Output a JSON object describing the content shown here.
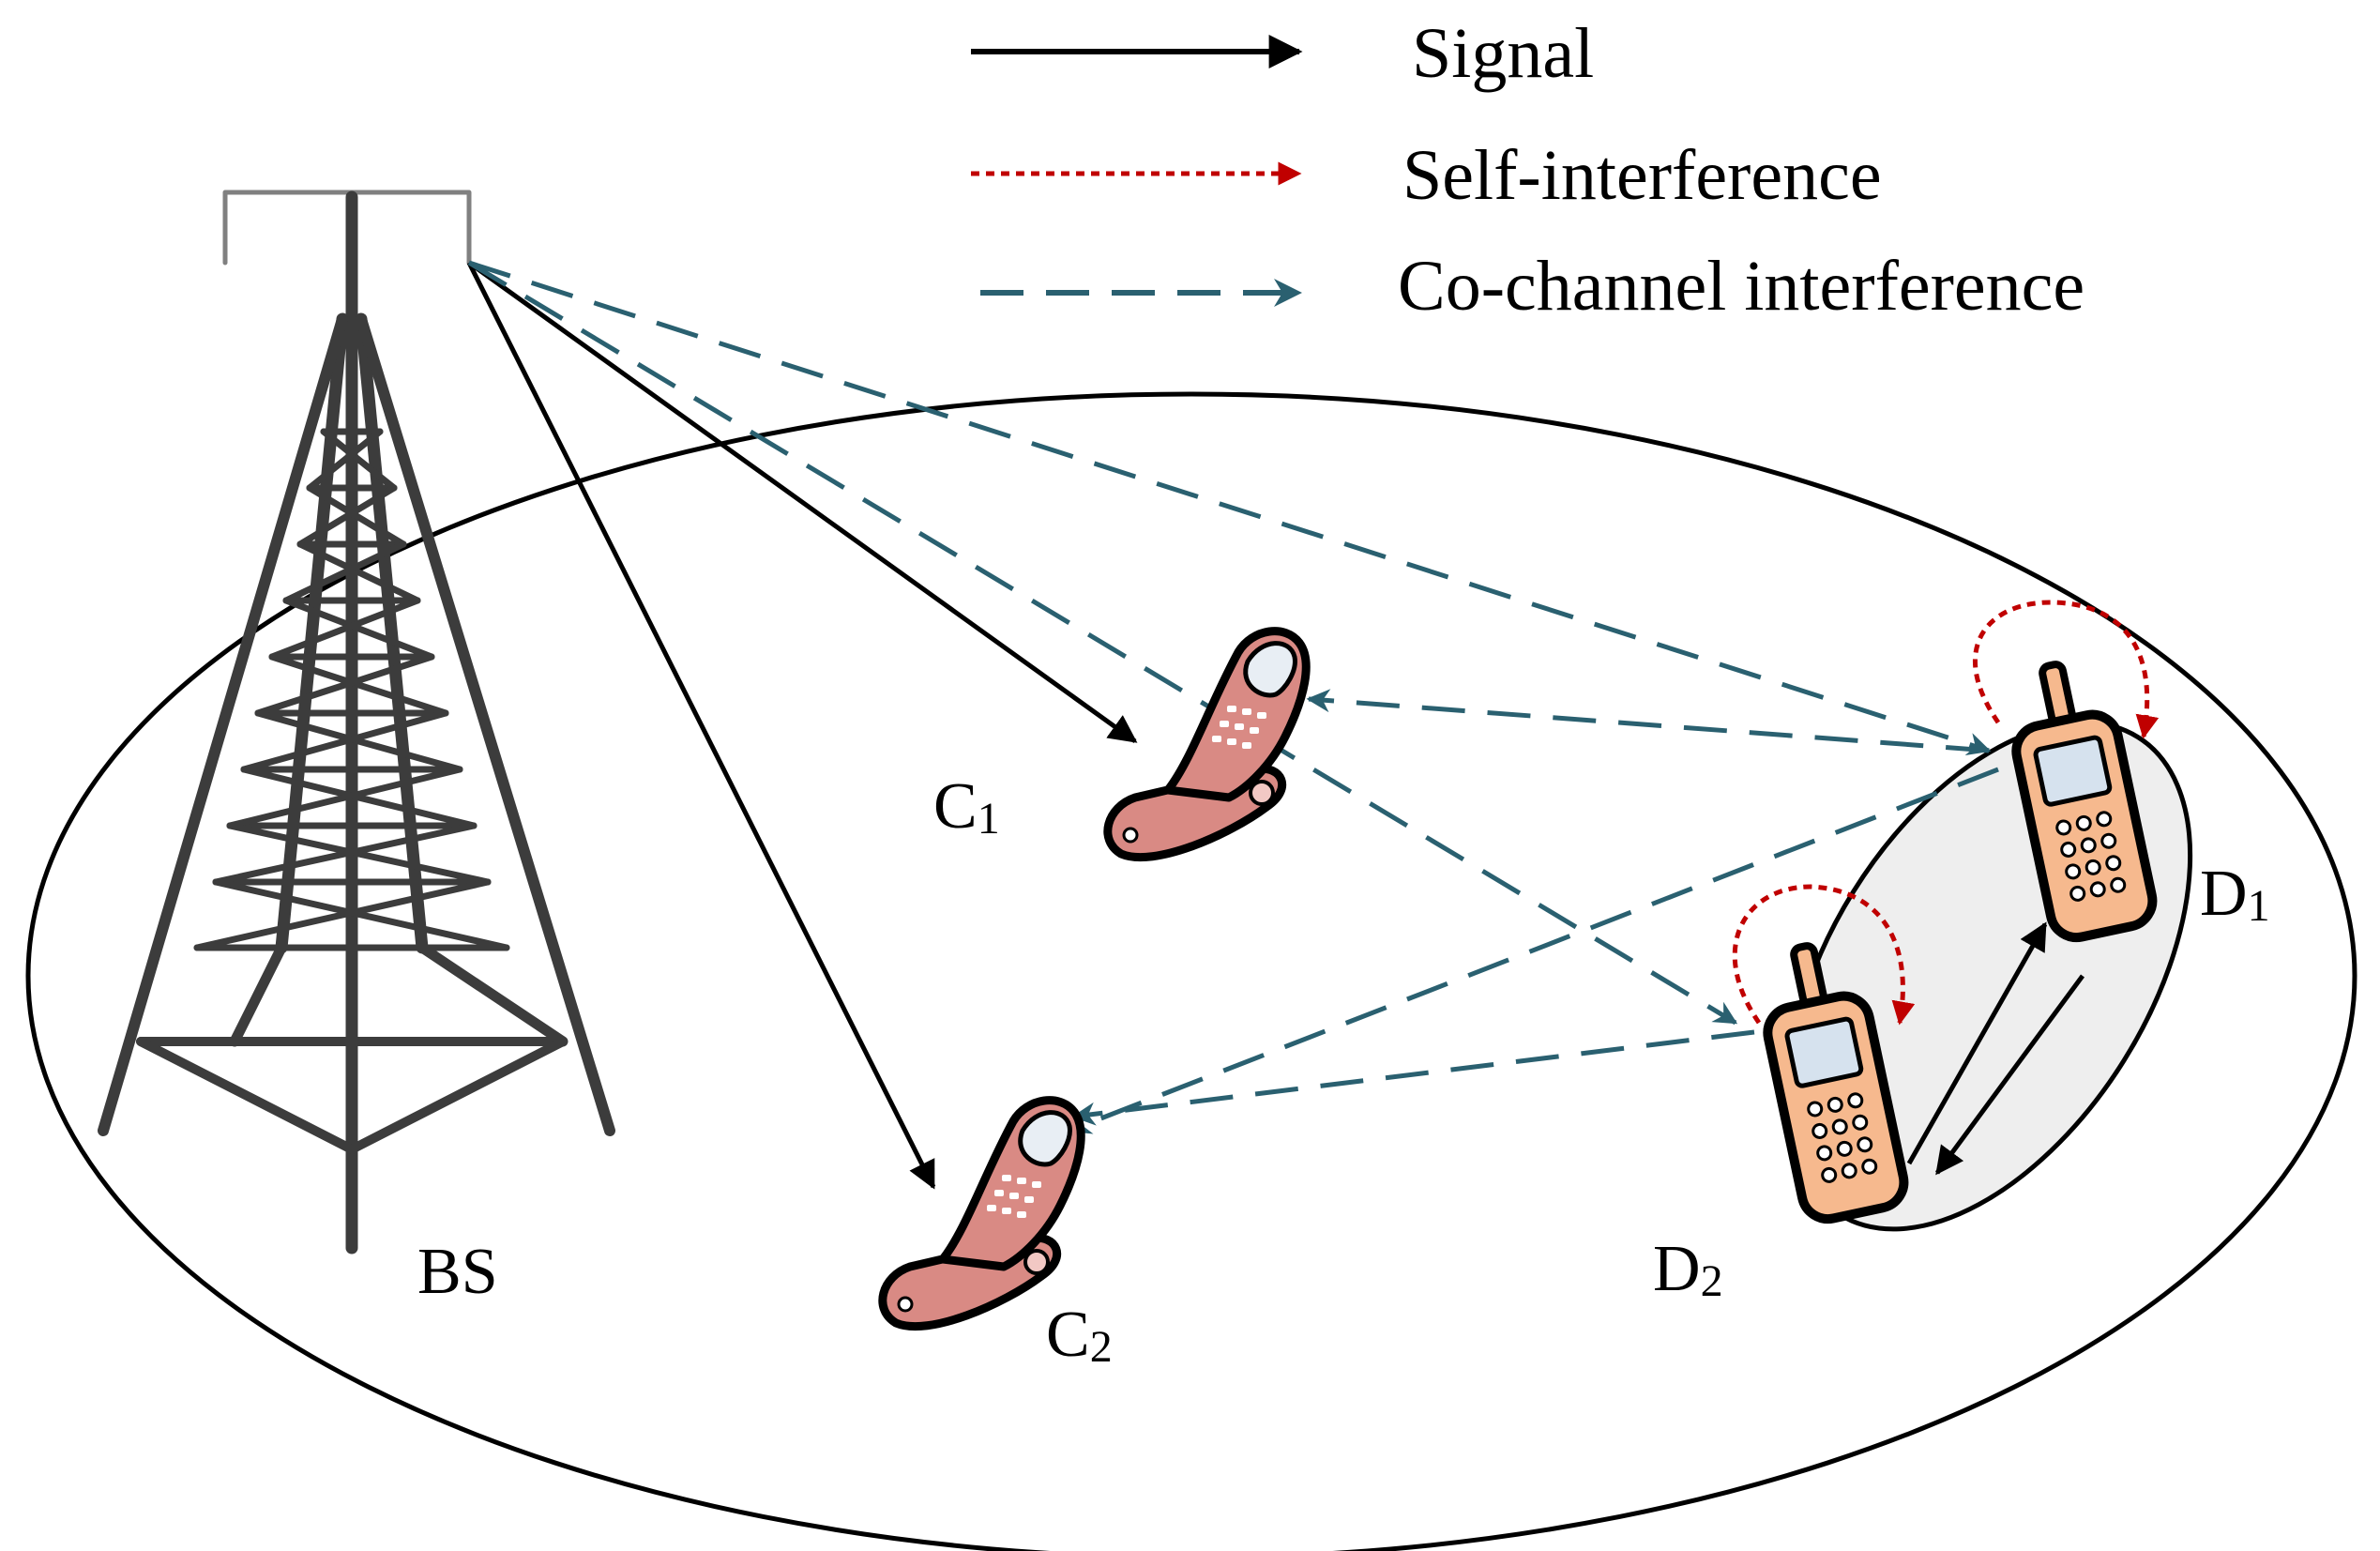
{
  "legend": {
    "signal": "Signal",
    "self_interference": "Self-interference",
    "co_channel": "Co-channel interference"
  },
  "nodes": {
    "bs": "BS",
    "c1": {
      "letter": "C",
      "sub": "1"
    },
    "c2": {
      "letter": "C",
      "sub": "2"
    },
    "d1": {
      "letter": "D",
      "sub": "1"
    },
    "d2": {
      "letter": "D",
      "sub": "2"
    }
  },
  "colors": {
    "signal": "#000000",
    "self_interference": "#c00000",
    "co_channel": "#2a6070",
    "d2d_cluster_fill": "#eeeeee",
    "cellular_phone": "#d98a84",
    "d2d_phone": "#f6b98e",
    "tower": "#3c3c3c"
  }
}
